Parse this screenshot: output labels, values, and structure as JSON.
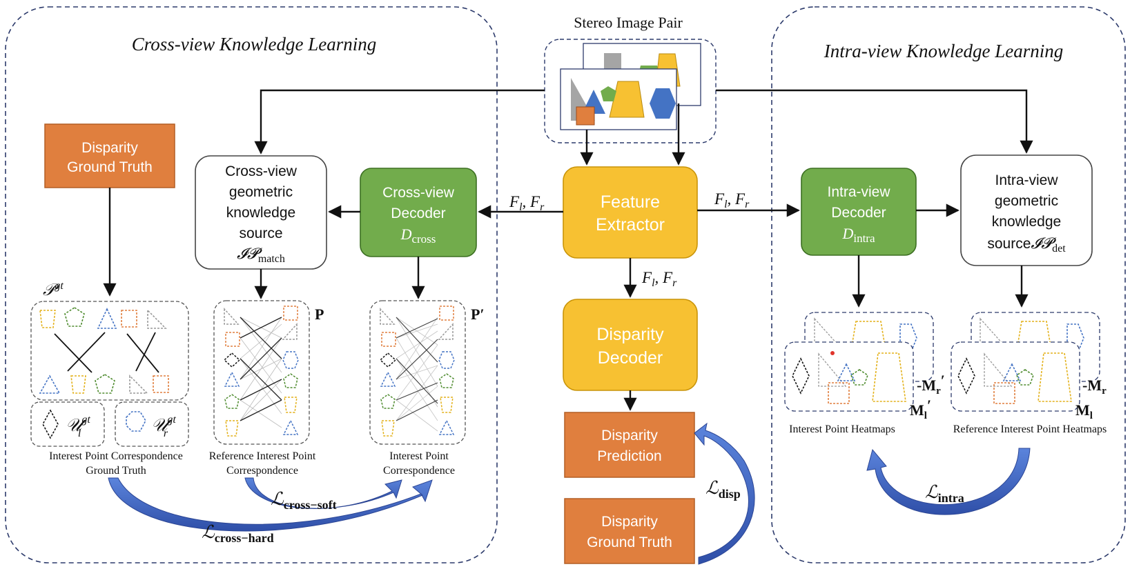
{
  "titles": {
    "cross_view": "Cross-view Knowledge Learning",
    "intra_view": "Intra-view Knowledge Learning",
    "stereo_pair": "Stereo Image Pair"
  },
  "boxes": {
    "disparity_gt_left": [
      "Disparity",
      "Ground Truth"
    ],
    "cross_source": [
      "Cross-view",
      "geometric",
      "knowledge",
      "source"
    ],
    "cross_source_math": "𝓘𝓟",
    "cross_source_sub": "match",
    "cross_decoder": [
      "Cross-view",
      "Decoder"
    ],
    "cross_decoder_math": "D",
    "cross_decoder_sub": "cross",
    "feature_extractor": [
      "Feature",
      "Extractor"
    ],
    "intra_decoder": [
      "Intra-view",
      "Decoder"
    ],
    "intra_decoder_math": "D",
    "intra_decoder_sub": "intra",
    "intra_source": [
      "Intra-view",
      "geometric",
      "knowledge"
    ],
    "intra_source_last": "source",
    "intra_source_math": "𝓘𝓟",
    "intra_source_sub": "det",
    "disparity_decoder": [
      "Disparity",
      "Decoder"
    ],
    "disparity_prediction": [
      "Disparity",
      "Prediction"
    ],
    "disparity_gt_bottom": [
      "Disparity",
      "Ground Truth"
    ]
  },
  "features": {
    "fl": "F",
    "fl_sub": "l",
    "fr": "F",
    "fr_sub": "r",
    "comma": ", "
  },
  "math": {
    "p_gt": "𝒫",
    "p_gt_sup": "gt",
    "u_l": "𝒰",
    "u_l_sub": "l",
    "u_l_sup": "gt",
    "u_r": "𝒰",
    "u_r_sub": "r",
    "u_r_sup": "gt",
    "P": "P",
    "P_prime": "P′",
    "M_r_prime": "-M",
    "M_r_prime_sub": "r",
    "M_r_prime_mark": "′",
    "M_l_prime": "M",
    "M_l_prime_sub": "l",
    "M_l_prime_mark": "′",
    "M_r": "-M",
    "M_r_sub": "r",
    "M_l": "M",
    "M_l_sub": "l"
  },
  "captions": {
    "ipc_gt": [
      "Interest Point Correspondence",
      "Ground Truth"
    ],
    "ref_ipc": [
      "Reference Interest Point",
      "Correspondence"
    ],
    "ipc": [
      "Interest Point",
      "Correspondence"
    ],
    "heatmaps": "Interest Point Heatmaps",
    "ref_heatmaps": "Reference Interest Point Heatmaps"
  },
  "losses": {
    "cross_soft": "ℒ",
    "cross_soft_sub": "cross−soft",
    "cross_hard": "ℒ",
    "cross_hard_sub": "cross−hard",
    "disp": "ℒ",
    "disp_sub": "disp",
    "intra": "ℒ",
    "intra_sub": "intra"
  },
  "colors": {
    "orange": "#e07f3e",
    "green": "#72ac4c",
    "yellow": "#f7c132",
    "blue_arrow": "#4369c9",
    "dash_frame": "#2c3a6b",
    "shape_blue": "#4473c4",
    "shape_gray": "#a5a5a5",
    "shape_green": "#4e8b2e",
    "shape_orange": "#e07f3e"
  }
}
